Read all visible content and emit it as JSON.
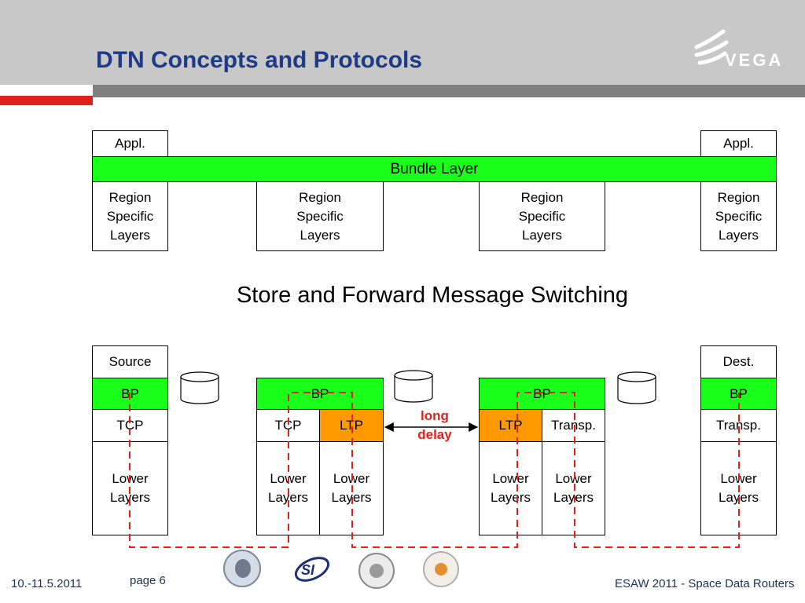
{
  "slide": {
    "title": "DTN Concepts and Protocols",
    "logo_text": "VEGA",
    "subtitle": "Store and Forward Message Switching"
  },
  "top_diagram": {
    "left_app": "Appl.",
    "right_app": "Appl.",
    "bundle_layer": "Bundle Layer",
    "region_1": "Region Specific Layers",
    "region_2": "Region Specific Layers",
    "region_3": "Region Specific Layers",
    "region_4": "Region Specific Layers"
  },
  "bottom_diagram": {
    "source": {
      "label": "Source",
      "bp": "BP",
      "tcp": "TCP",
      "lower": "Lower Layers"
    },
    "node_1": {
      "bp": "BP",
      "tcp": "TCP",
      "ltp": "LTP",
      "lower_left": "Lower Layers",
      "lower_right": "Lower Layers"
    },
    "node_2": {
      "bp": "BP",
      "ltp": "LTP",
      "transp": "Transp.",
      "lower_left": "Lower Layers",
      "lower_right": "Lower Layers"
    },
    "dest": {
      "label": "Dest.",
      "bp": "BP",
      "transp": "Transp.",
      "lower": "Lower Layers"
    },
    "link_label_1": "long",
    "link_label_2": "delay"
  },
  "footer": {
    "date": "10.-11.5.2011",
    "page": "page 6",
    "event": "ESAW 2011 - Space Data Routers"
  },
  "colors": {
    "title": "#1f3b85",
    "bundle_green": "#1aff1a",
    "ltp_orange": "#ff9900",
    "accent_red": "#e0201a",
    "path_red": "#e0201a"
  }
}
